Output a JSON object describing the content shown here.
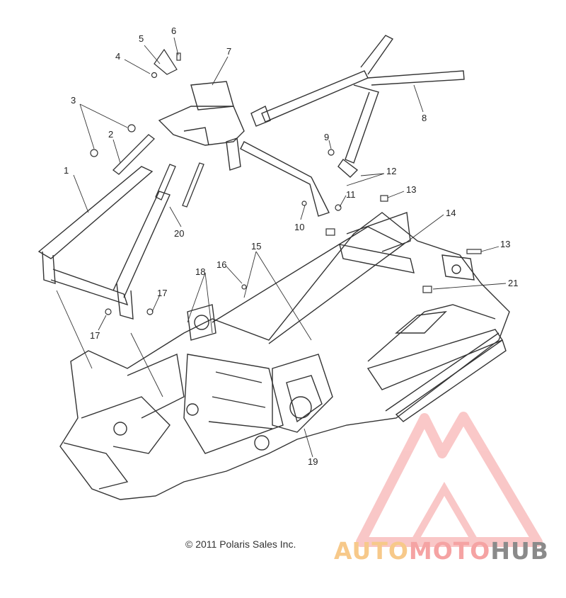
{
  "diagram": {
    "callouts": [
      "1",
      "2",
      "3",
      "4",
      "5",
      "6",
      "7",
      "8",
      "9",
      "10",
      "11",
      "12",
      "13",
      "13",
      "14",
      "15",
      "16",
      "17",
      "17",
      "18",
      "19",
      "20",
      "21"
    ],
    "copyright": "© 2011 Polaris Sales Inc."
  },
  "watermark": {
    "brand_part1": "AUTO",
    "brand_part2": "MOTO",
    "brand_part3": "HUB",
    "colors": {
      "auto": "#f7c98a",
      "moto": "#f5a3a3",
      "hub": "#8a8a8a",
      "triangle": "#f5a3a3"
    }
  }
}
